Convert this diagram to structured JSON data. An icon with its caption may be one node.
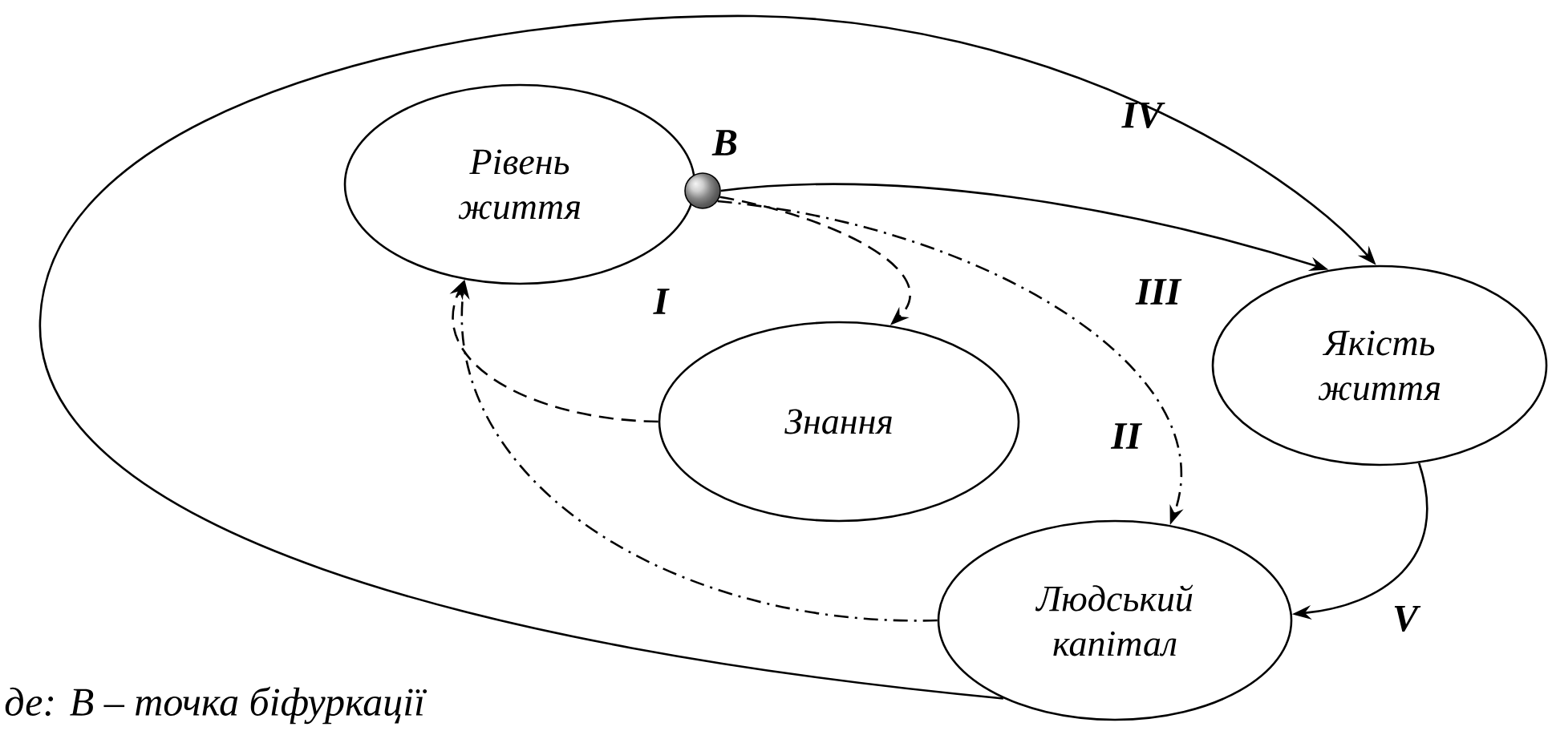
{
  "diagram": {
    "caption": "де: B – точка біфуркації",
    "nodes": [
      {
        "text": [
          "Рівень життя"
        ]
      },
      {
        "text": [],
        "shape": "circle",
        "beside": [
          "B"
        ]
      },
      {
        "text": [
          "Знання"
        ]
      },
      {
        "text": [
          "Якість життя"
        ]
      },
      {
        "text": [
          "Людський капітал"
        ]
      }
    ],
    "edges": [
      {
        "from": 1,
        "to": 3,
        "arrow": "to"
      },
      {
        "from": 1,
        "to": 2,
        "arrow": "to",
        "style": "dashed"
      },
      {
        "from": 2,
        "to": 0,
        "arrow": "to",
        "style": "dashed"
      },
      {
        "from": 1,
        "to": 4,
        "arrow": "to",
        "style": "dashed"
      },
      {
        "from": 4,
        "to": 0,
        "arrow": "to",
        "style": "dashed"
      },
      {
        "from": 3,
        "to": 4,
        "arrow": "to"
      },
      {
        "from": 4,
        "to": 3,
        "arrow": "to"
      }
    ],
    "labels": [
      "IV",
      "I",
      "III",
      "II",
      "V"
    ]
  }
}
